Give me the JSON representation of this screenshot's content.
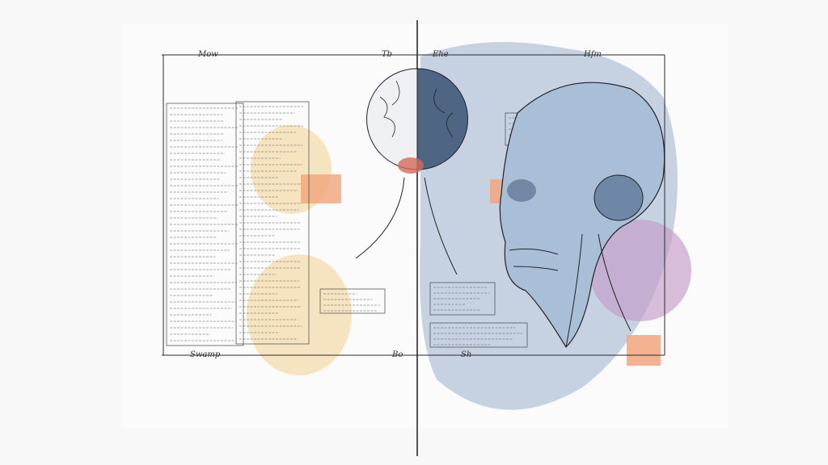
{
  "header_labels": {
    "left": "Mow",
    "mid": "Tb",
    "mid2": "Ehe",
    "right": "Hfm"
  },
  "footer_labels": {
    "left": "Swamp",
    "mid": "Bo",
    "right": "Sh"
  },
  "colors": {
    "paper": "#f8f8f9",
    "blue_wash": "#b9c8dc",
    "dark_blue": "#4e6684",
    "peach": "#f2a47c",
    "yellow": "#f5dfb3",
    "purple": "#c39bc8",
    "ink": "#2a2a2a"
  }
}
